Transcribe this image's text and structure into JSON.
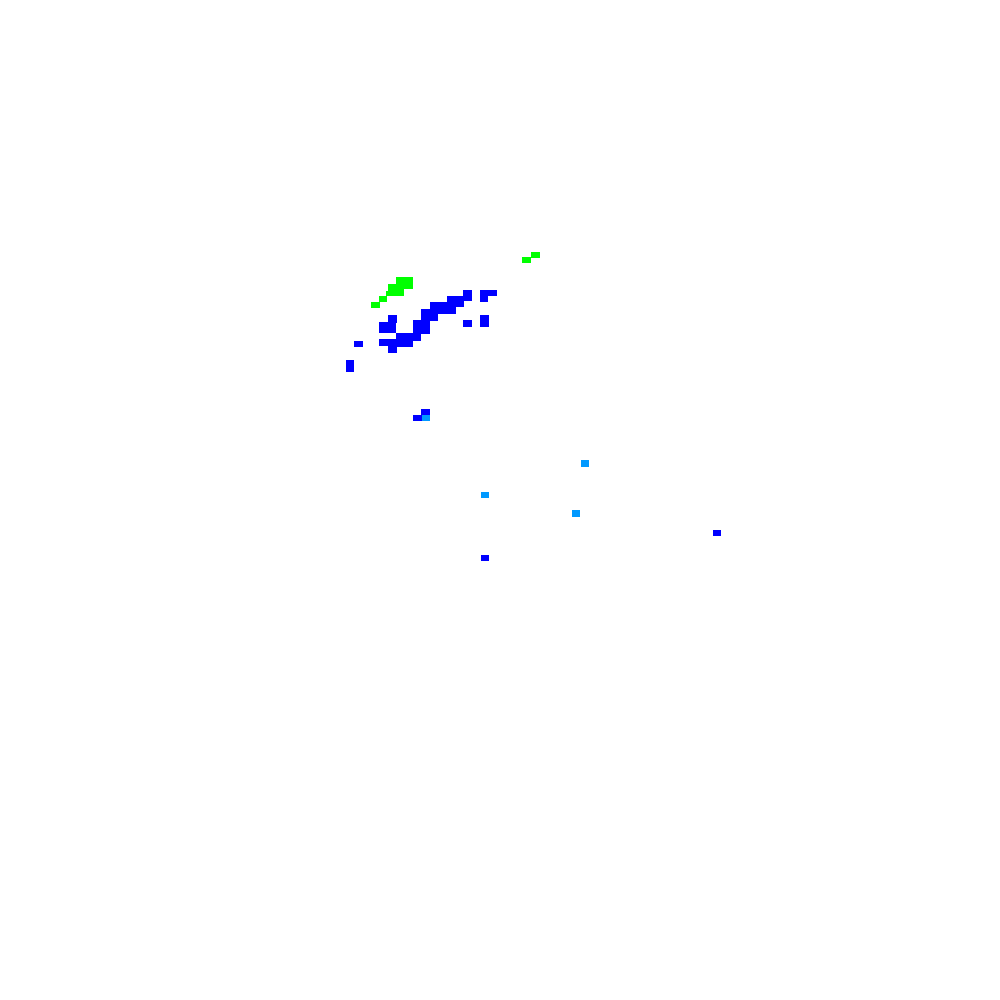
{
  "map": {
    "background_color": "#ffffff",
    "legend_shown": false,
    "labels_shown": false,
    "palette": {
      "green": "#00ff00",
      "blue": "#0000ff",
      "light_blue": "#0099ff"
    },
    "cell_categories": [
      "green",
      "blue",
      "light_blue"
    ]
  }
}
